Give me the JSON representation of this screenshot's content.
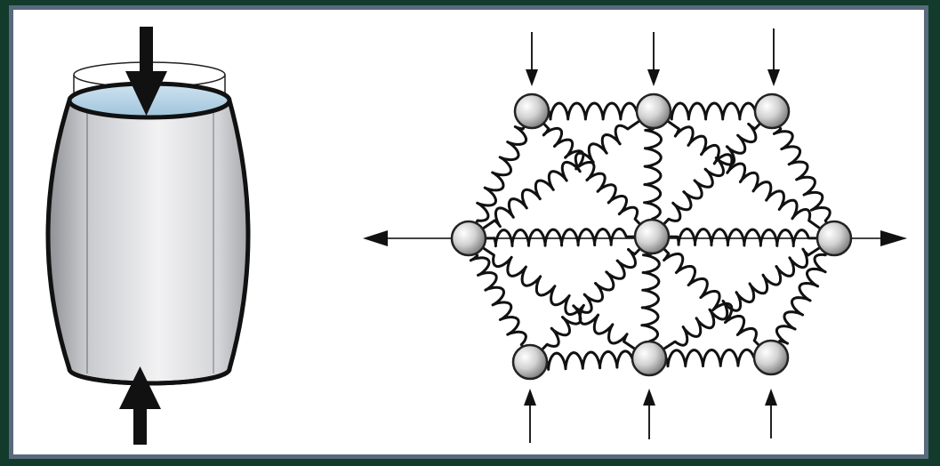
{
  "figure": {
    "panels": [
      {
        "id": "cylinder",
        "subject": "compressed-cylinder"
      },
      {
        "id": "spring-network",
        "subject": "spring-lattice-model",
        "nodes_count": 9
      }
    ],
    "colors": {
      "background": "#123b2c",
      "frame": "#596a7c",
      "panel": "#ffffff",
      "ink": "#111111",
      "node_fill": "#d8d8d8"
    }
  }
}
